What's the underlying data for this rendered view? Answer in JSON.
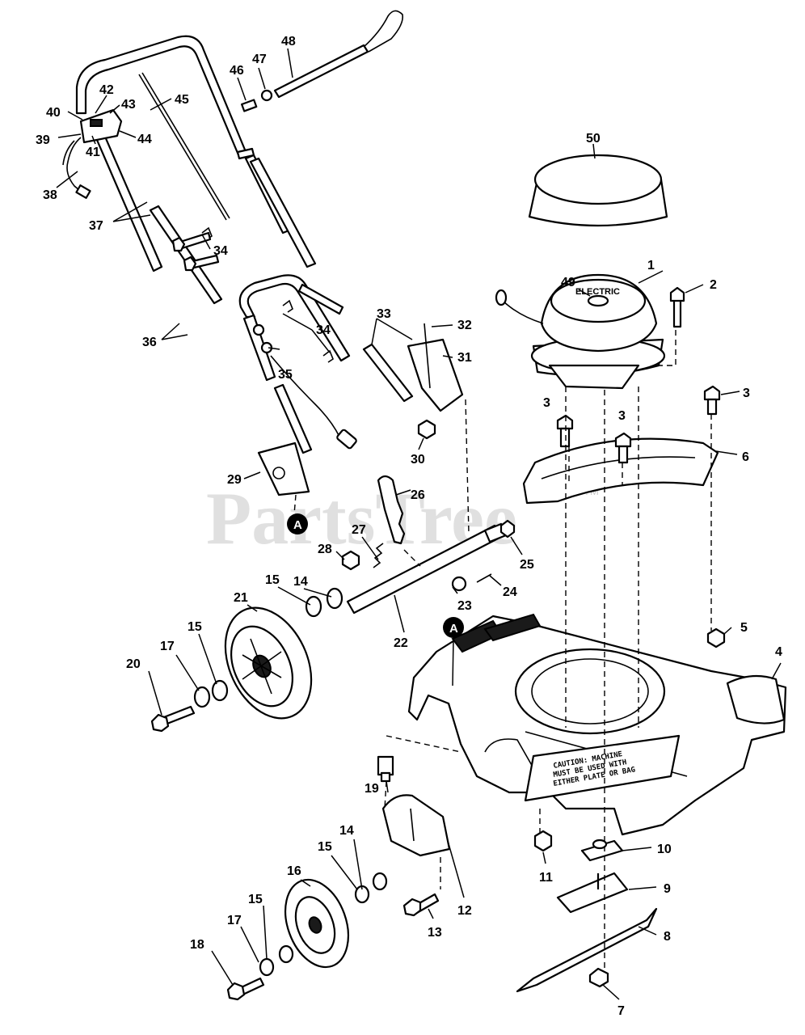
{
  "watermark": {
    "text": "PartsTree",
    "tm": "TM"
  },
  "callouts": [
    "1",
    "2",
    "3",
    "3",
    "3",
    "3",
    "4",
    "5",
    "6",
    "7",
    "8",
    "9",
    "10",
    "11",
    "12",
    "13",
    "14",
    "14",
    "15",
    "15",
    "15",
    "15",
    "16",
    "17",
    "17",
    "18",
    "19",
    "20",
    "21",
    "22",
    "23",
    "24",
    "25",
    "26",
    "27",
    "28",
    "29",
    "30",
    "31",
    "32",
    "33",
    "34",
    "34",
    "35",
    "36",
    "37",
    "38",
    "39",
    "40",
    "41",
    "42",
    "43",
    "44",
    "45",
    "46",
    "47",
    "48",
    "49",
    "50"
  ],
  "markers": [
    "A",
    "A"
  ],
  "motor_label": "ELECTRIC",
  "caution_label": [
    "CAUTION: MACHINE",
    "MUST BE USED WITH",
    "EITHER PLATE OR BAG"
  ]
}
